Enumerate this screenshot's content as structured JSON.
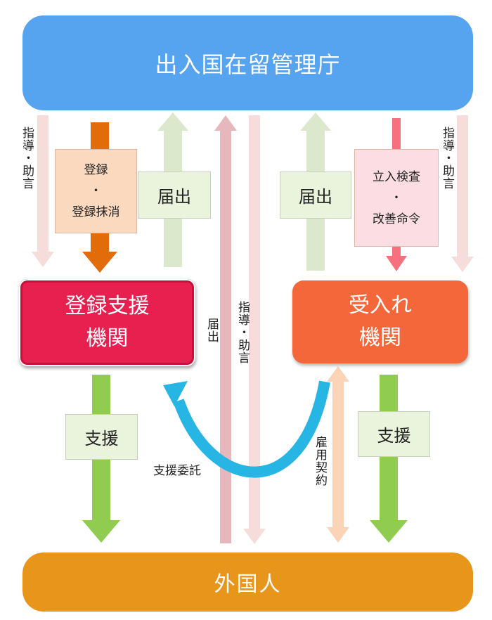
{
  "top_box": "出入国在留管理庁",
  "bottom_box": "外国人",
  "registered_support_org": {
    "line1": "登録支援",
    "line2": "機関"
  },
  "receiving_org": {
    "line1": "受入れ",
    "line2": "機関"
  },
  "left_column": {
    "guidance": "指導・助言",
    "registration": {
      "line1": "登録",
      "line2": "・",
      "line3": "登録抹消"
    },
    "report": "届出",
    "support": "支援"
  },
  "center_column": {
    "report": "届出",
    "guidance": "指導・助言",
    "support_delegation": "支援委託"
  },
  "right_column": {
    "report": "届出",
    "inspection": {
      "line1": "立入検査",
      "line2": "・",
      "line3": "改善命令"
    },
    "guidance": "指導・助言",
    "employment_contract": "雇用契約",
    "support": "支援"
  }
}
